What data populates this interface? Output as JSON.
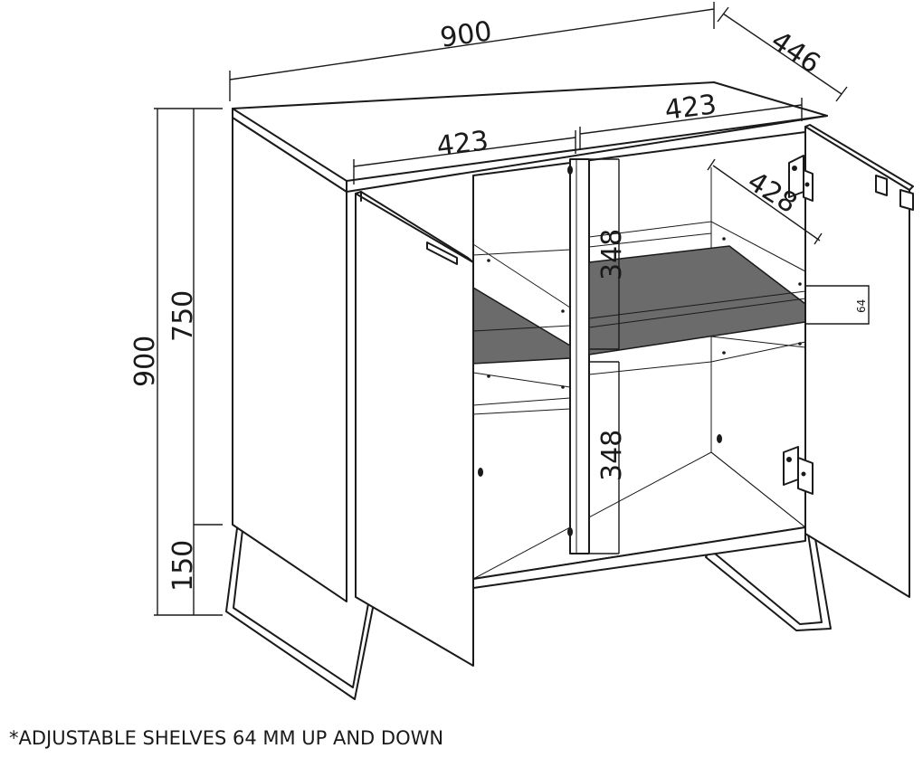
{
  "dimensions": {
    "total_width": "900",
    "depth": "446",
    "compartment_width_left": "423",
    "compartment_width_right": "423",
    "inner_depth": "428",
    "compartment_height_upper": "348",
    "compartment_height_lower": "348",
    "shelf_adjustment": "64",
    "total_height": "900",
    "body_height": "750",
    "leg_height": "150"
  },
  "footnote": "*ADJUSTABLE SHELVES 64 MM UP AND DOWN"
}
